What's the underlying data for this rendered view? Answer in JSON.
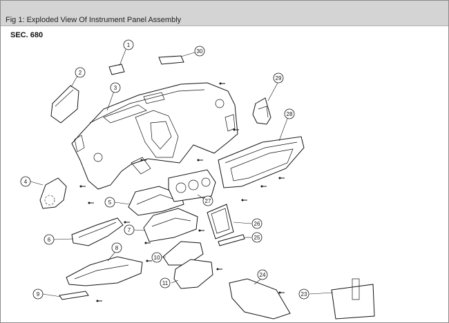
{
  "caption": "Fig 1: Exploded View Of Instrument Panel Assembly",
  "section_label": "SEC. 680",
  "callouts": [
    "1",
    "2",
    "3",
    "4",
    "5",
    "6",
    "7",
    "8",
    "9",
    "10",
    "11",
    "23",
    "24",
    "25",
    "26",
    "27",
    "28",
    "29",
    "30"
  ]
}
